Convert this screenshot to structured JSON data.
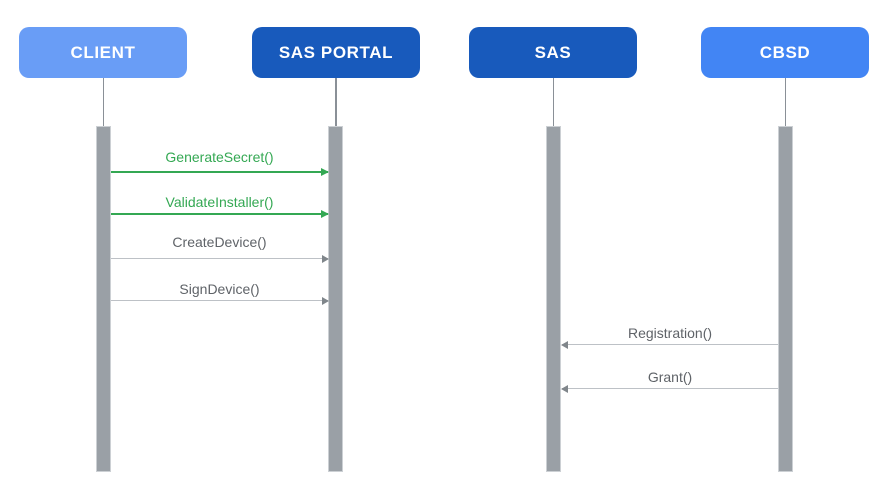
{
  "diagram": {
    "type": "sequence-diagram",
    "colors": {
      "actor_light_blue": "#699df6",
      "actor_dark_blue": "#185abc",
      "actor_cbsd_blue": "#4285f4",
      "message_green": "#34a853",
      "message_gray_line": "#bdc1c6",
      "message_gray_head": "#80868b",
      "message_gray_text": "#5f6368",
      "activation_bar": "#9aa0a6"
    },
    "actors": [
      {
        "label": "CLIENT"
      },
      {
        "label": "SAS PORTAL"
      },
      {
        "label": "SAS"
      },
      {
        "label": "CBSD"
      }
    ],
    "messages": [
      {
        "label": "GenerateSecret()",
        "from": "CLIENT",
        "to": "SAS PORTAL",
        "color": "green",
        "direction": "right"
      },
      {
        "label": "ValidateInstaller()",
        "from": "CLIENT",
        "to": "SAS PORTAL",
        "color": "green",
        "direction": "right"
      },
      {
        "label": "CreateDevice()",
        "from": "CLIENT",
        "to": "SAS PORTAL",
        "color": "gray",
        "direction": "right"
      },
      {
        "label": "SignDevice()",
        "from": "CLIENT",
        "to": "SAS PORTAL",
        "color": "gray",
        "direction": "right"
      },
      {
        "label": "Registration()",
        "from": "CBSD",
        "to": "SAS",
        "color": "gray",
        "direction": "left"
      },
      {
        "label": "Grant()",
        "from": "CBSD",
        "to": "SAS",
        "color": "gray",
        "direction": "left"
      }
    ]
  }
}
